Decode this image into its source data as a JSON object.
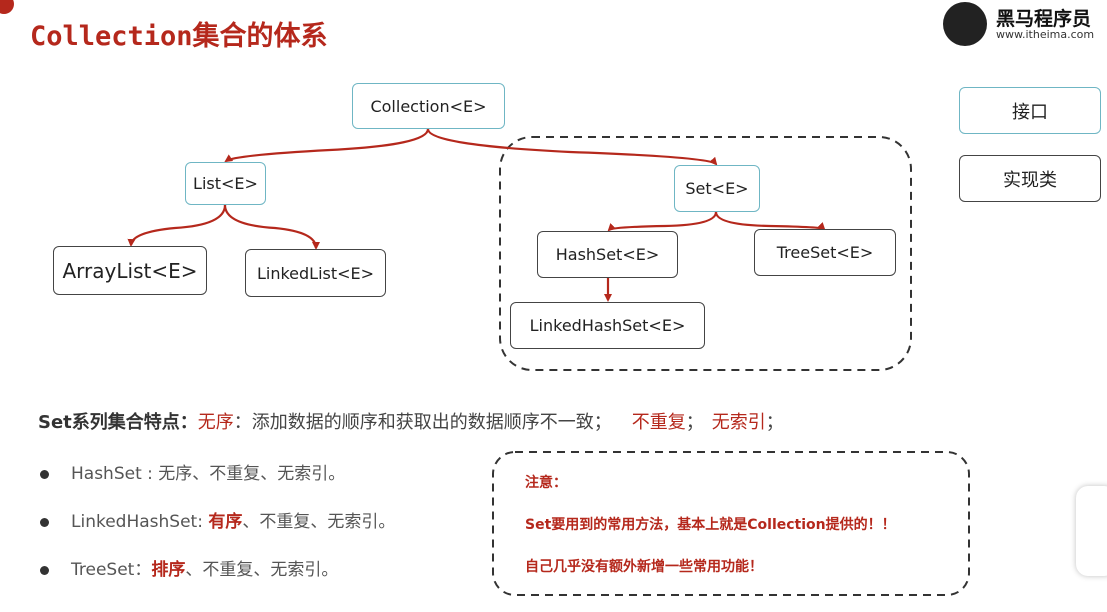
{
  "title": "Collection集合的体系",
  "logo": {
    "name": "黑马程序员",
    "url": "www.itheima.com"
  },
  "nodes": {
    "collection": "Collection<E>",
    "list": "List<E>",
    "set": "Set<E>",
    "arraylist": "ArrayList<E>",
    "linkedlist": "LinkedList<E>",
    "hashset": "HashSet<E>",
    "treeset": "TreeSet<E>",
    "linkedhashset": "LinkedHashSet<E>"
  },
  "legend": {
    "interface": "接口",
    "impl": "实现类"
  },
  "feature": {
    "label": "Set系列集合特点：",
    "unordered": "无序",
    "sep": "：添加数据的顺序和获取出的数据顺序不一致；",
    "nodup": "不重复",
    "semi": "；",
    "noindex": "无索引",
    "end": "；"
  },
  "bullets": [
    {
      "name": "HashSet",
      "colon": " : ",
      "highlight": "",
      "rest": "无序、不重复、无索引。"
    },
    {
      "name": "LinkedHashSet",
      "colon": ": ",
      "highlight": "有序",
      "rest": "、不重复、无索引。"
    },
    {
      "name": "TreeSet",
      "colon": "：",
      "highlight": "排序",
      "rest": "、不重复、无索引。"
    }
  ],
  "note": {
    "heading": "注意：",
    "line1": "Set要用到的常用方法，基本上就是Collection提供的！！",
    "line2": "自己几乎没有额外新增一些常用功能！"
  },
  "colors": {
    "accent": "#b5281c",
    "interface_border": "#6fb6c4",
    "impl_border": "#444444"
  }
}
